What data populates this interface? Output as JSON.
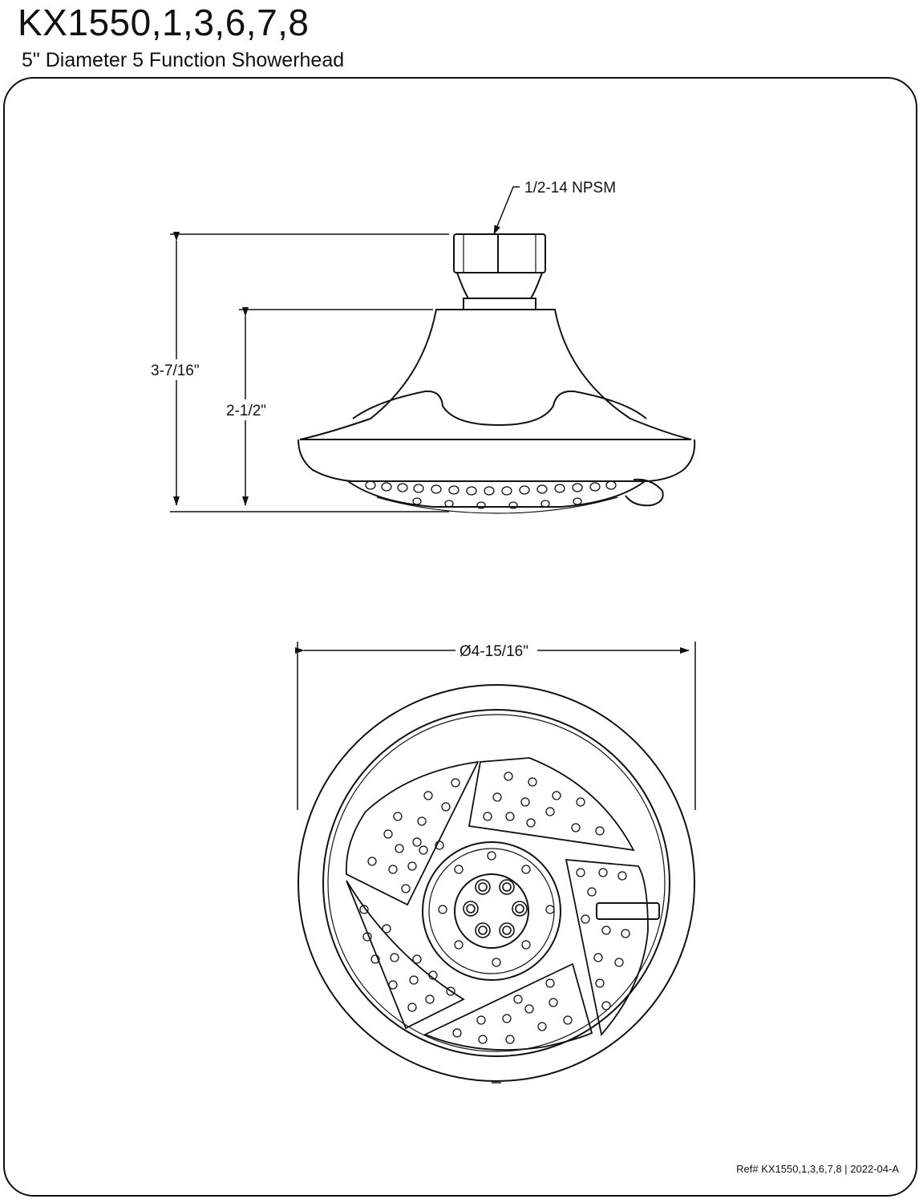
{
  "header": {
    "model": "KX1550,1,3,6,7,8",
    "description": "5\" Diameter 5 Function Showerhead"
  },
  "side_view": {
    "thread_label": "1/2-14 NPSM",
    "overall_height": "3-7/16\"",
    "body_height": "2-1/2\""
  },
  "face_view": {
    "diameter": "Ø4-15/16\""
  },
  "footer": {
    "reference": "Ref# KX1550,1,3,6,7,8 | 2022-04-A"
  },
  "colors": {
    "line": "#111111",
    "background": "#ffffff"
  }
}
